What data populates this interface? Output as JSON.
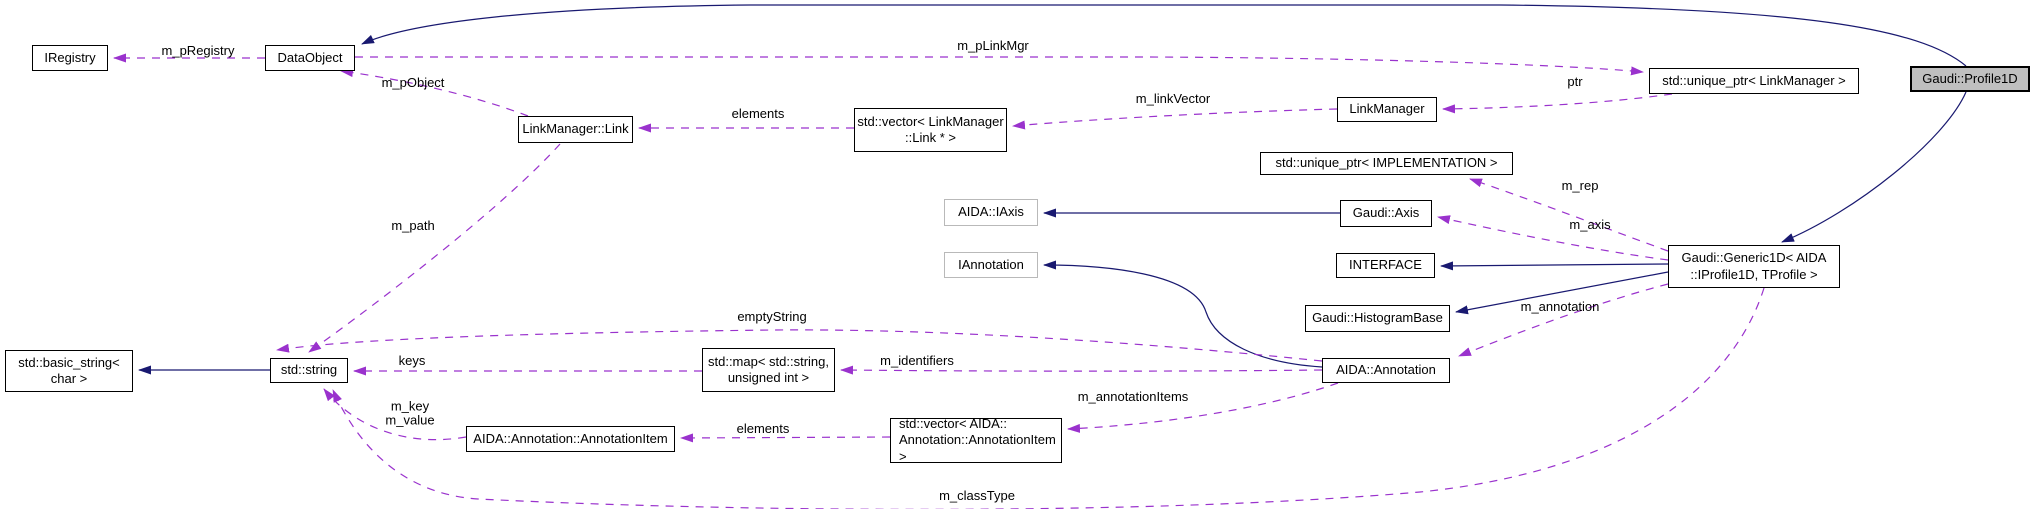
{
  "diagram": {
    "name": "Gaudi::Profile1D collaboration graph",
    "colors": {
      "inheritance_edge": "#191970",
      "usage_edge": "#9a32cd",
      "node_border": "#000000",
      "external_node_border": "#b9b9b9",
      "highlight_node_fill": "#bfbfbf",
      "background": "#ffffff"
    },
    "nodes": [
      {
        "label": "IRegistry"
      },
      {
        "label": "DataObject"
      },
      {
        "label": "LinkManager::Link"
      },
      {
        "label": "std::vector< LinkManager\n::Link * >"
      },
      {
        "label": "LinkManager"
      },
      {
        "label": "std::unique_ptr< LinkManager >"
      },
      {
        "label": "Gaudi::Profile1D"
      },
      {
        "label": "std::unique_ptr< IMPLEMENTATION >"
      },
      {
        "label": "AIDA::IAxis"
      },
      {
        "label": "Gaudi::Axis"
      },
      {
        "label": "IAnnotation"
      },
      {
        "label": "INTERFACE"
      },
      {
        "label": "Gaudi::HistogramBase"
      },
      {
        "label": "Gaudi::Generic1D< AIDA\n::IProfile1D, TProfile >"
      },
      {
        "label": "std::basic_string<\nchar >"
      },
      {
        "label": "std::string"
      },
      {
        "label": "std::map< std::string,\nunsigned int >"
      },
      {
        "label": "AIDA::Annotation"
      },
      {
        "label": "AIDA::Annotation::AnnotationItem"
      },
      {
        "label": "std::vector< AIDA::\nAnnotation::AnnotationItem >"
      }
    ],
    "edge_labels": [
      {
        "text": "m_pRegistry"
      },
      {
        "text": "m_pObject"
      },
      {
        "text": "m_pLinkMgr"
      },
      {
        "text": "elements"
      },
      {
        "text": "m_linkVector"
      },
      {
        "text": "ptr"
      },
      {
        "text": "m_rep"
      },
      {
        "text": "m_axis"
      },
      {
        "text": "m_path"
      },
      {
        "text": "m_annotation"
      },
      {
        "text": "emptyString"
      },
      {
        "text": "keys"
      },
      {
        "text": "m_identifiers"
      },
      {
        "text": "m_key\nm_value"
      },
      {
        "text": "elements"
      },
      {
        "text": "m_annotationItems"
      },
      {
        "text": "m_classType"
      }
    ]
  }
}
